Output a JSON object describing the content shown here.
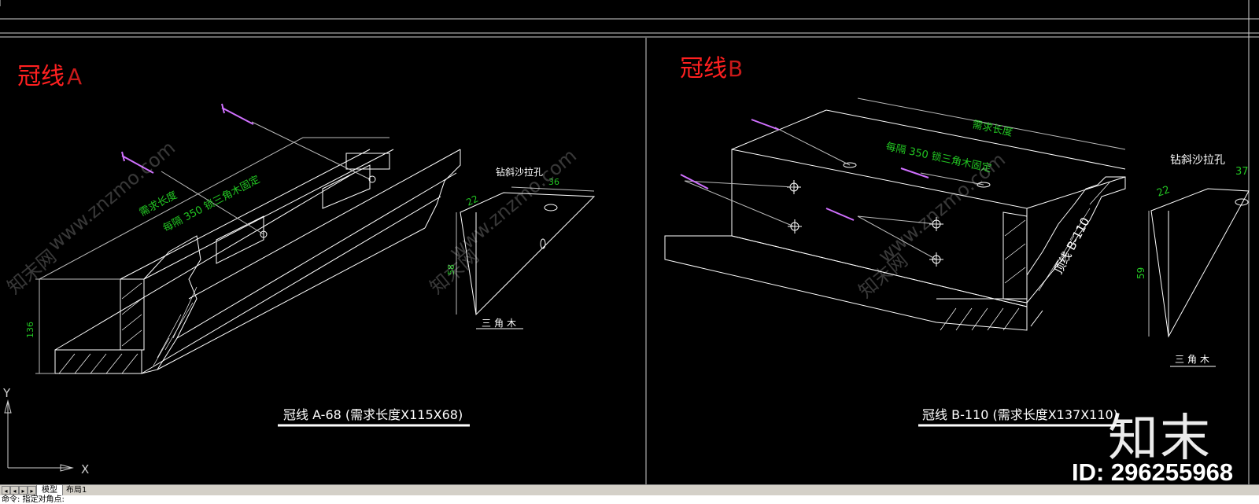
{
  "colors": {
    "red": "#ff2020",
    "green": "#22c522",
    "white": "#ffffff",
    "magenta": "#d070ff"
  },
  "drawing_a": {
    "title_cn": "冠线",
    "title_letter": "A",
    "label_length": "需求长度",
    "label_spacing": "每隔 350 锁三角木固定",
    "dim_height": "136",
    "drill_label": "钻斜沙拉孔",
    "dim_22": "22",
    "dim_36": "36",
    "dim_58": "58",
    "triangle_label": "三角木",
    "caption": "冠线 A-68 (需求长度X115X68)"
  },
  "drawing_b": {
    "title_cn": "冠线",
    "title_letter": "B",
    "label_length": "需求长度",
    "label_spacing": "每隔 350 锁三角木固定",
    "profile_label": "顶线 B-110",
    "drill_label": "钻斜沙拉孔",
    "dim_22": "22",
    "dim_37": "37",
    "dim_59": "59",
    "triangle_label": "三角木",
    "caption": "冠线 B-110 (需求长度X137X110)"
  },
  "ucs": {
    "y": "Y",
    "x": "X"
  },
  "tabs": {
    "model": "模型",
    "layout1": "布局1"
  },
  "command": {
    "text": "命令: 指定对角点:"
  },
  "watermark": {
    "site": "www.znzmo.com",
    "brand_cn": "知末网",
    "logo": "知末",
    "id": "ID: 296255968"
  }
}
